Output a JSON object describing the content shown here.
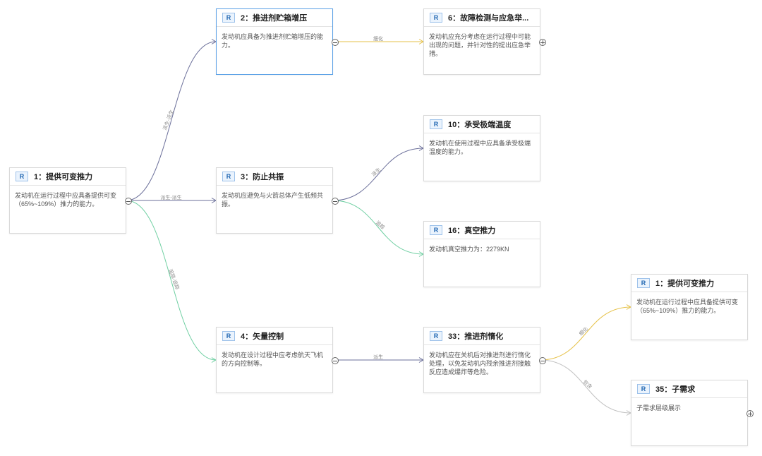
{
  "nodes": [
    {
      "id": "n1",
      "badge": "R",
      "title": "1：提供可变推力",
      "desc": "发动机在运行过程中应具备提供可变（65%~109%）推力的能力。"
    },
    {
      "id": "n2",
      "badge": "R",
      "title": "2：推进剂贮箱增压",
      "desc": "发动机应具备为推进剂贮箱增压的能力。"
    },
    {
      "id": "n3",
      "badge": "R",
      "title": "3：防止共振",
      "desc": "发动机应避免与火箭总体产生低频共振。"
    },
    {
      "id": "n4",
      "badge": "R",
      "title": "4：矢量控制",
      "desc": "发动机在设计过程中应考虑航天飞机的方向控制等。"
    },
    {
      "id": "n6",
      "badge": "R",
      "title": "6：故障检测与应急举...",
      "desc": "发动机应充分考虑在运行过程中可能出现的问题，并针对性的提出应急举措。"
    },
    {
      "id": "n10",
      "badge": "R",
      "title": "10：承受极端温度",
      "desc": "发动机在使用过程中应具备承受极端温度的能力。"
    },
    {
      "id": "n16",
      "badge": "R",
      "title": "16：真空推力",
      "desc": "发动机真空推力为：2279KN"
    },
    {
      "id": "n33",
      "badge": "R",
      "title": "33：推进剂惰化",
      "desc": "发动机应在关机后对推进剂进行惰化处理，以免发动机内残余推进剂接触反应造成爆炸等危险。"
    },
    {
      "id": "n1b",
      "badge": "R",
      "title": "1：提供可变推力",
      "desc": "发动机在运行过程中应具备提供可变（65%~109%）推力的能力。"
    },
    {
      "id": "n35",
      "badge": "R",
      "title": "35：子需求",
      "desc": "子需求层级展示"
    }
  ],
  "edges": [
    {
      "from": "n1",
      "to": "n2",
      "label": "派生-派生",
      "color": "#6b6f9a"
    },
    {
      "from": "n1",
      "to": "n3",
      "label": "派生-派生",
      "color": "#6b6f9a"
    },
    {
      "from": "n1",
      "to": "n4",
      "label": "追踪-追踪",
      "color": "#6fcfa2"
    },
    {
      "from": "n2",
      "to": "n6",
      "label": "细化",
      "color": "#e6c24a"
    },
    {
      "from": "n3",
      "to": "n10",
      "label": "派生",
      "color": "#6b6f9a"
    },
    {
      "from": "n3",
      "to": "n16",
      "label": "追踪",
      "color": "#6fcfa2"
    },
    {
      "from": "n4",
      "to": "n33",
      "label": "派生",
      "color": "#6b6f9a"
    },
    {
      "from": "n33",
      "to": "n1b",
      "label": "细化",
      "color": "#e6c24a"
    },
    {
      "from": "n33",
      "to": "n35",
      "label": "包含",
      "color": "#c2c2c2"
    }
  ]
}
